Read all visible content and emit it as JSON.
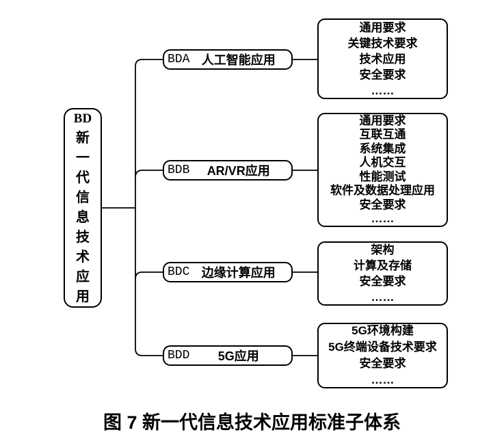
{
  "diagram": {
    "caption": "图 7 新一代信息技术应用标准子体系",
    "colors": {
      "line": "#000000",
      "background": "#ffffff",
      "text": "#000000"
    },
    "root": {
      "code": "BD",
      "label": "新一代信息技术应用"
    },
    "branches": [
      {
        "code": "BDA",
        "label": "人工智能应用",
        "items": [
          "通用要求",
          "关键技术要求",
          "技术应用",
          "安全要求",
          "……"
        ]
      },
      {
        "code": "BDB",
        "label": "AR/VR应用",
        "items": [
          "通用要求",
          "互联互通",
          "系统集成",
          "人机交互",
          "性能测试",
          "软件及数据处理应用",
          "安全要求",
          "……"
        ]
      },
      {
        "code": "BDC",
        "label": "边缘计算应用",
        "items": [
          "架构",
          "计算及存储",
          "安全要求",
          "……"
        ]
      },
      {
        "code": "BDD",
        "label": "5G应用",
        "items": [
          "5G环境构建",
          "5G终端设备技术要求",
          "安全要求",
          "……"
        ]
      }
    ]
  }
}
